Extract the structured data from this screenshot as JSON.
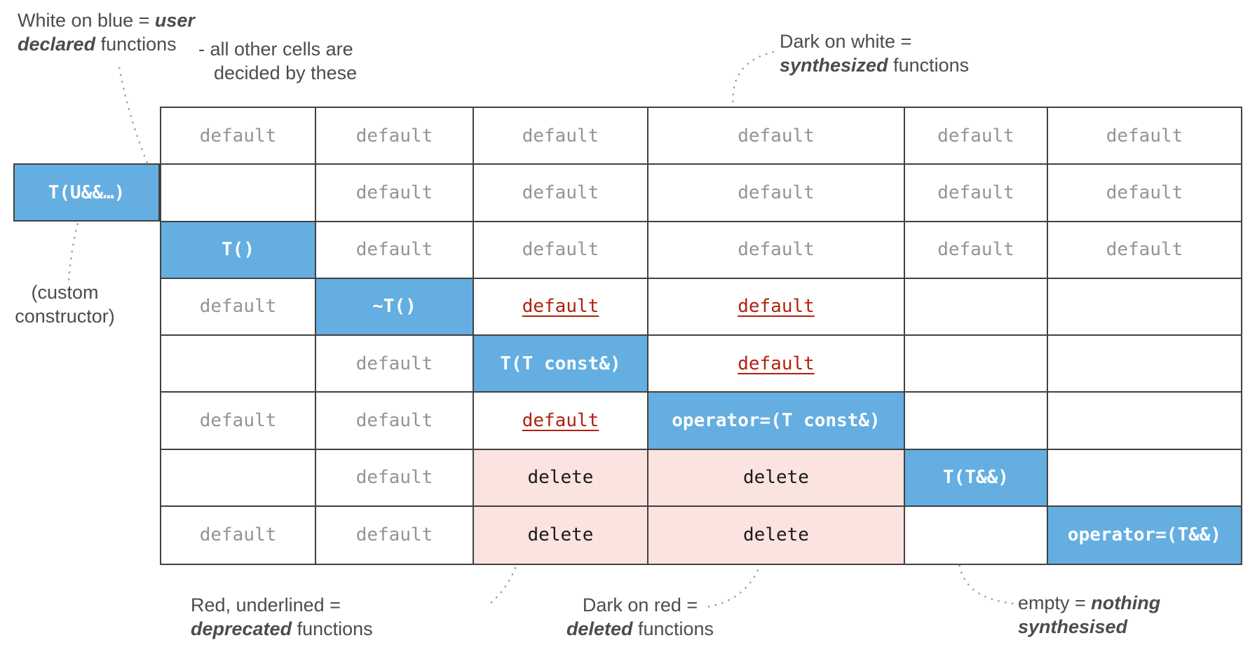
{
  "colors": {
    "user_declared_blue": "#64aee1",
    "deleted_pink": "#fbe3df",
    "deprecated_red": "#b0220f",
    "synthesized_gray": "#949494",
    "deleted_text_dark": "#1a1a1a",
    "border_dark": "#414141",
    "annotation_gray": "#4c4c4c",
    "dashed_line_gray": "#9e9e9e"
  },
  "external_cell": {
    "label": "T(U&&…)"
  },
  "table": {
    "rows": [
      [
        {
          "t": "default",
          "s": "syn"
        },
        {
          "t": "default",
          "s": "syn"
        },
        {
          "t": "default",
          "s": "syn"
        },
        {
          "t": "default",
          "s": "syn"
        },
        {
          "t": "default",
          "s": "syn"
        },
        {
          "t": "default",
          "s": "syn"
        }
      ],
      [
        {
          "t": "",
          "s": ""
        },
        {
          "t": "default",
          "s": "syn"
        },
        {
          "t": "default",
          "s": "syn"
        },
        {
          "t": "default",
          "s": "syn"
        },
        {
          "t": "default",
          "s": "syn"
        },
        {
          "t": "default",
          "s": "syn"
        }
      ],
      [
        {
          "t": "T()",
          "s": "usr"
        },
        {
          "t": "default",
          "s": "syn"
        },
        {
          "t": "default",
          "s": "syn"
        },
        {
          "t": "default",
          "s": "syn"
        },
        {
          "t": "default",
          "s": "syn"
        },
        {
          "t": "default",
          "s": "syn"
        }
      ],
      [
        {
          "t": "default",
          "s": "syn"
        },
        {
          "t": "~T()",
          "s": "usr"
        },
        {
          "t": "default",
          "s": "dep"
        },
        {
          "t": "default",
          "s": "dep"
        },
        {
          "t": "",
          "s": ""
        },
        {
          "t": "",
          "s": ""
        }
      ],
      [
        {
          "t": "",
          "s": ""
        },
        {
          "t": "default",
          "s": "syn"
        },
        {
          "t": "T(T const&)",
          "s": "usr"
        },
        {
          "t": "default",
          "s": "dep"
        },
        {
          "t": "",
          "s": ""
        },
        {
          "t": "",
          "s": ""
        }
      ],
      [
        {
          "t": "default",
          "s": "syn"
        },
        {
          "t": "default",
          "s": "syn"
        },
        {
          "t": "default",
          "s": "dep"
        },
        {
          "t": "operator=(T const&)",
          "s": "usr"
        },
        {
          "t": "",
          "s": ""
        },
        {
          "t": "",
          "s": ""
        }
      ],
      [
        {
          "t": "",
          "s": ""
        },
        {
          "t": "default",
          "s": "syn"
        },
        {
          "t": "delete",
          "s": "del"
        },
        {
          "t": "delete",
          "s": "del"
        },
        {
          "t": "T(T&&)",
          "s": "usr"
        },
        {
          "t": "",
          "s": ""
        }
      ],
      [
        {
          "t": "default",
          "s": "syn"
        },
        {
          "t": "default",
          "s": "syn"
        },
        {
          "t": "delete",
          "s": "del"
        },
        {
          "t": "delete",
          "s": "del"
        },
        {
          "t": "",
          "s": ""
        },
        {
          "t": "operator=(T&&)",
          "s": "usr"
        }
      ]
    ]
  },
  "legends": {
    "user_declared": {
      "prefix": "White on blue = ",
      "em1": "user",
      "em2": "declared",
      "suffix": " functions"
    },
    "other_cells": {
      "line1": "- all other cells are",
      "line2": "decided by these"
    },
    "synthesized": {
      "line1": "Dark on white =",
      "em": "synthesized",
      "suffix": " functions"
    },
    "custom_ctor": {
      "line1": "(custom",
      "line2": "constructor)"
    },
    "deprecated": {
      "line1": "Red, underlined =",
      "em": "deprecated",
      "suffix": " functions"
    },
    "deleted": {
      "line1": "Dark on red =",
      "em": "deleted",
      "suffix": " functions"
    },
    "empty": {
      "prefix": "empty = ",
      "em1": "nothing",
      "em2": "synthesised"
    }
  }
}
